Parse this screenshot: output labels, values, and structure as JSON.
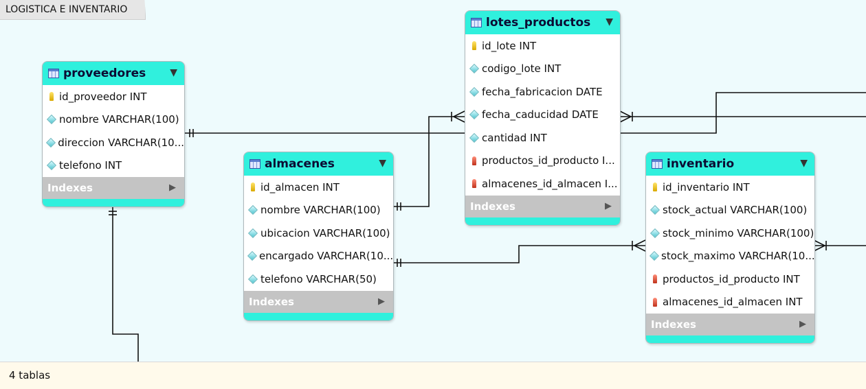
{
  "layer_title": "LOGISTICA E INVENTARIO",
  "status_text": "4 tablas",
  "indexes_label": "Indexes",
  "tables": {
    "proveedores": {
      "name": "proveedores",
      "columns": [
        {
          "text": "id_proveedor INT",
          "key": "pk"
        },
        {
          "text": "nombre VARCHAR(100)",
          "key": "attr"
        },
        {
          "text": "direccion VARCHAR(10...",
          "key": "attr"
        },
        {
          "text": "telefono INT",
          "key": "attr"
        }
      ]
    },
    "almacenes": {
      "name": "almacenes",
      "columns": [
        {
          "text": "id_almacen INT",
          "key": "pk"
        },
        {
          "text": "nombre VARCHAR(100)",
          "key": "attr"
        },
        {
          "text": "ubicacion VARCHAR(100)",
          "key": "attr"
        },
        {
          "text": "encargado VARCHAR(10...",
          "key": "attr"
        },
        {
          "text": "telefono VARCHAR(50)",
          "key": "attr"
        }
      ]
    },
    "lotes_productos": {
      "name": "lotes_productos",
      "columns": [
        {
          "text": "id_lote INT",
          "key": "pk"
        },
        {
          "text": "codigo_lote INT",
          "key": "attr"
        },
        {
          "text": "fecha_fabricacion DATE",
          "key": "attr"
        },
        {
          "text": "fecha_caducidad DATE",
          "key": "attr"
        },
        {
          "text": "cantidad INT",
          "key": "attr"
        },
        {
          "text": "productos_id_producto I...",
          "key": "fk"
        },
        {
          "text": "almacenes_id_almacen I...",
          "key": "fk"
        }
      ]
    },
    "inventario": {
      "name": "inventario",
      "columns": [
        {
          "text": "id_inventario INT",
          "key": "pk"
        },
        {
          "text": "stock_actual VARCHAR(100)",
          "key": "attr"
        },
        {
          "text": "stock_minimo VARCHAR(100)",
          "key": "attr"
        },
        {
          "text": "stock_maximo VARCHAR(10...",
          "key": "attr"
        },
        {
          "text": "productos_id_producto INT",
          "key": "fk"
        },
        {
          "text": "almacenes_id_almacen INT",
          "key": "fk"
        }
      ]
    }
  }
}
